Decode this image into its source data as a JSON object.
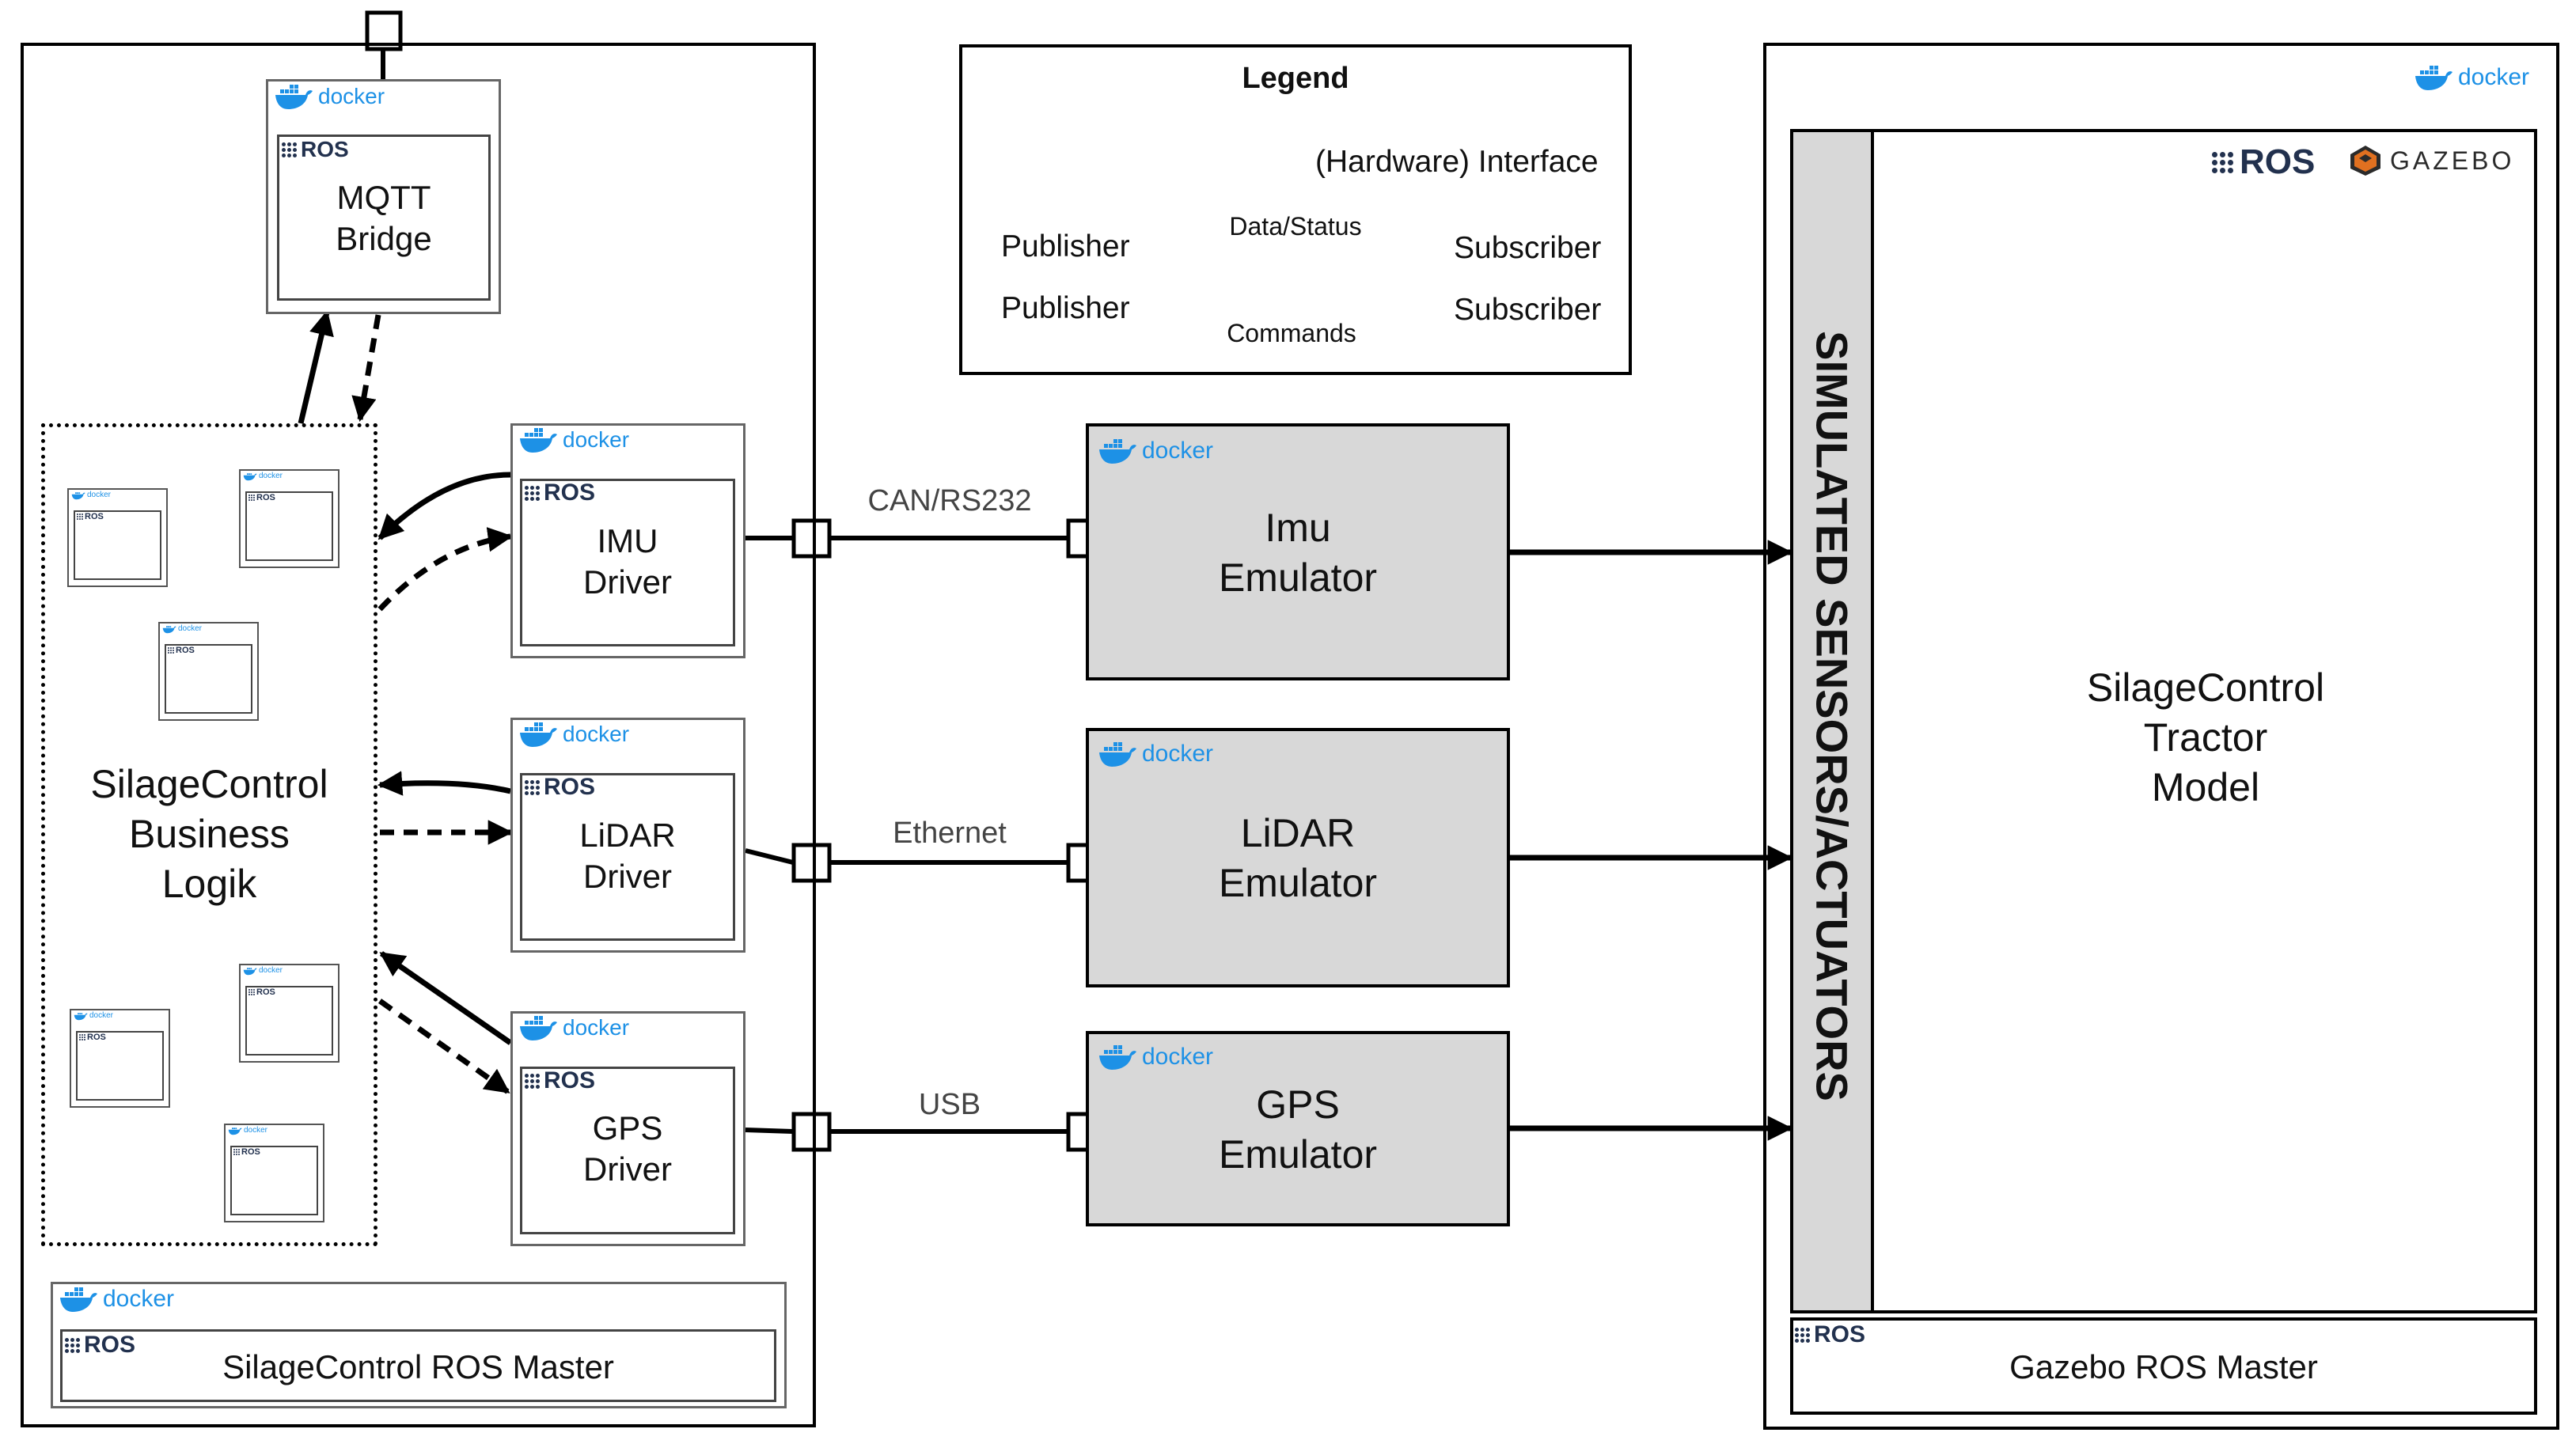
{
  "legend": {
    "title": "Legend",
    "interface_label": "(Hardware) Interface",
    "publisher_label": "Publisher",
    "subscriber_label": "Subscriber",
    "data_status_label": "Data/Status",
    "commands_label": "Commands"
  },
  "logos": {
    "docker": "docker",
    "ros": "ROS",
    "gazebo": "GAZEBO"
  },
  "left_host": {
    "mqtt_bridge": [
      "MQTT",
      "Bridge"
    ],
    "business_logic": [
      "SilageControl",
      "Business",
      "Logik"
    ],
    "imu_driver": [
      "IMU",
      "Driver"
    ],
    "lidar_driver": [
      "LiDAR",
      "Driver"
    ],
    "gps_driver": [
      "GPS",
      "Driver"
    ],
    "ros_master": "SilageControl ROS Master"
  },
  "interfaces": {
    "imu": "CAN/RS232",
    "lidar": "Ethernet",
    "gps": "USB"
  },
  "emulators": {
    "imu": [
      "Imu",
      "Emulator"
    ],
    "lidar": [
      "LiDAR",
      "Emulator"
    ],
    "gps": [
      "GPS",
      "Emulator"
    ]
  },
  "right_host": {
    "sensors_bar": "SIMULATED SENSORS/ACTUATORS",
    "tractor_model": [
      "SilageControl",
      "Tractor",
      "Model"
    ],
    "ros_master": "Gazebo ROS Master"
  },
  "colors": {
    "docker_blue": "#1d91e6",
    "ros_navy": "#22314e",
    "emulator_fill": "#d8d8d8",
    "gazebo_orange": "#e07020",
    "line": "#000000"
  }
}
